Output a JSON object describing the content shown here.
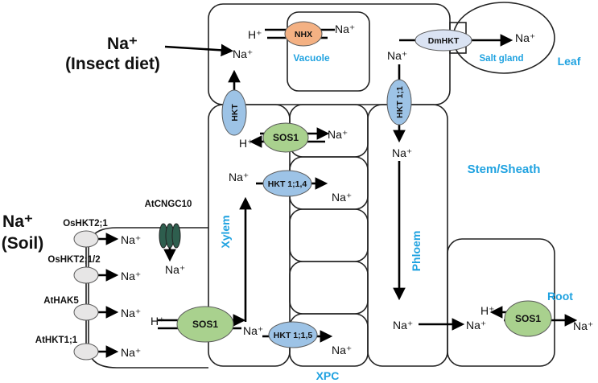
{
  "external": {
    "insect_na": "Na⁺",
    "insect_diet": "(Insect diet)",
    "soil_na": "Na⁺",
    "soil": "(Soil)"
  },
  "tissues": {
    "leaf": "Leaf",
    "stem_sheath": "Stem/Sheath",
    "root": "Root",
    "xylem": "Xylem",
    "phloem": "Phloem",
    "xpc": "XPC",
    "vacuole": "Vacuole",
    "salt_gland": "Salt gland"
  },
  "proteins": {
    "nhx": "NHX",
    "dmhkt": "DmHKT",
    "hkt_leaf": "HKT",
    "hkt11": "HKT 1;1",
    "sos1_xpc": "SOS1",
    "hkt114": "HKT 1;1,4",
    "hkt115": "HKT 1;1,5",
    "sos1_root": "SOS1",
    "sos1_right": "SOS1",
    "atcngc10": "AtCNGC10",
    "oshkt21": "OsHKT2;1",
    "oshkt212": "OsHKT2;1/2",
    "athak5": "AtHAK5",
    "athkt11": "AtHKT1;1"
  },
  "ions": {
    "na": "Na⁺",
    "h": "H⁺"
  },
  "colors": {
    "label_blue": "#1fa2e0",
    "hkt_fill": "#9dc3e6",
    "sos1_fill": "#a9d18e",
    "nhx_fill": "#f4b183",
    "dmhkt_fill": "#dae3f3",
    "uptake_fill": "#e7e6e6",
    "cngc_fill": "#2e5e4e"
  }
}
